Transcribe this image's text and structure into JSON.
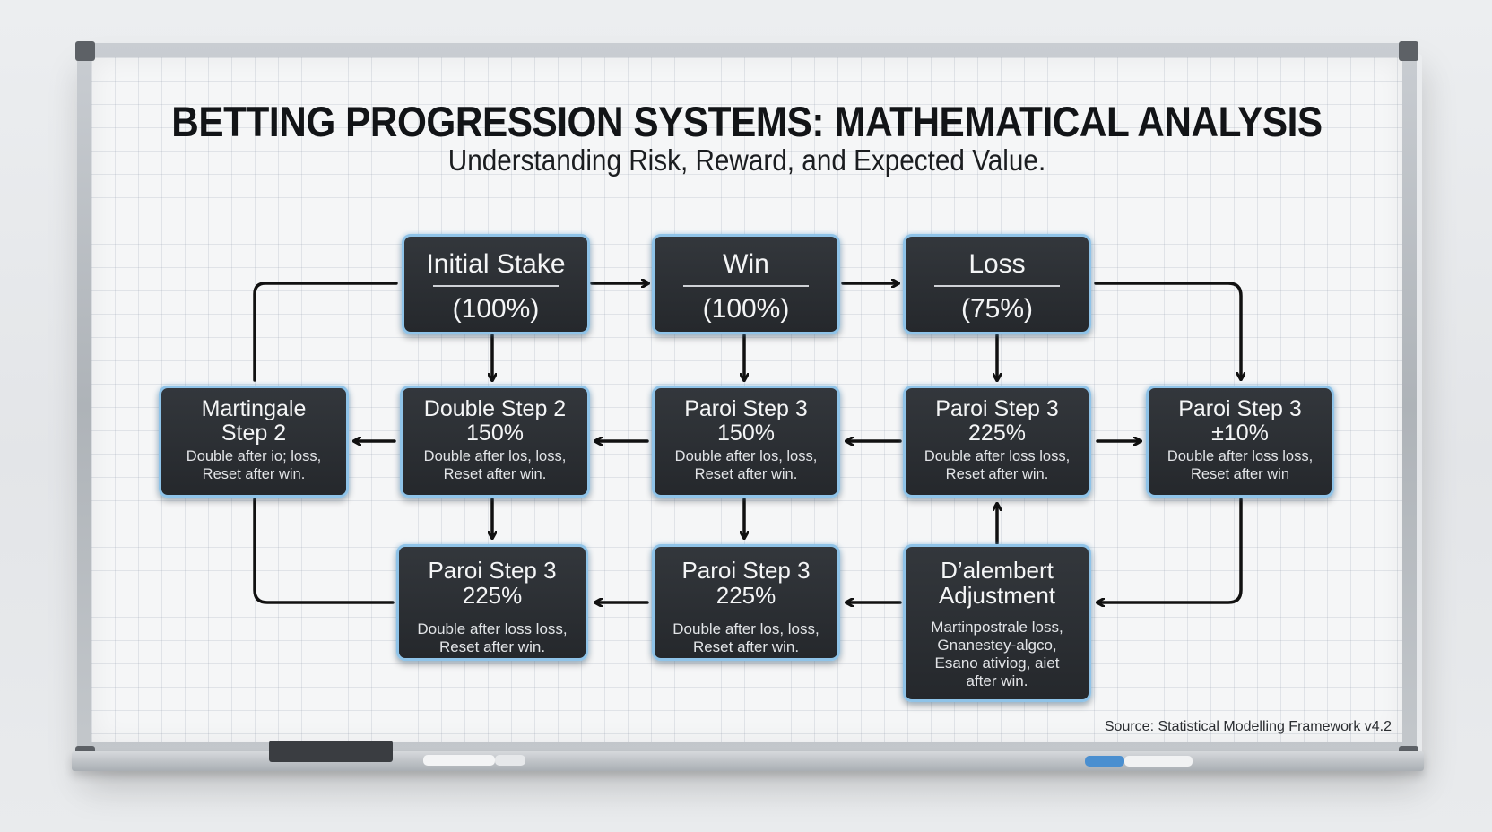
{
  "header": {
    "title": "BETTING PROGRESSION SYSTEMS: MATHEMATICAL ANALYSIS",
    "subtitle": "Understanding Risk, Reward, and Expected Value."
  },
  "top_nodes": [
    {
      "title": "Initial Stake",
      "value": "(100%)"
    },
    {
      "title": "Win",
      "value": "(100%)"
    },
    {
      "title": "Loss",
      "value": "(75%)"
    }
  ],
  "middle_nodes": [
    {
      "title_1": "Martingale",
      "title_2": "Step 2",
      "desc_1": "Double after io; loss,",
      "desc_2": "Reset after win."
    },
    {
      "title_1": "Double Step 2",
      "title_2": "150%",
      "desc_1": "Double after los, loss,",
      "desc_2": "Reset after win."
    },
    {
      "title_1": "Paroi Step 3",
      "title_2": "150%",
      "desc_1": "Double after los, loss,",
      "desc_2": "Reset after win."
    },
    {
      "title_1": "Paroi Step 3",
      "title_2": "225%",
      "desc_1": "Double after loss loss,",
      "desc_2": "Reset after win."
    },
    {
      "title_1": "Paroi Step 3",
      "title_2": "±10%",
      "desc_1": "Double after loss loss,",
      "desc_2": "Reset after win"
    }
  ],
  "bottom_nodes": [
    {
      "title_1": "Paroi Step 3",
      "title_2": "225%",
      "desc_1": "Double after loss loss,",
      "desc_2": "Reset after win."
    },
    {
      "title_1": "Paroi Step 3",
      "title_2": "225%",
      "desc_1": "Double after los, loss,",
      "desc_2": "Reset after win."
    },
    {
      "title_1": "D’alembert",
      "title_2": "Adjustment",
      "desc_1": "Martinpostrale loss,",
      "desc_2": "Gnanestey-algco,",
      "desc_3": "Esano ativiog, aiet",
      "desc_4": "after win."
    }
  ],
  "source": "Source: Statistical Modelling Framework v4.2",
  "colors": {
    "node_fill": "#2b2e33",
    "node_border": "#8fc3e8",
    "arrow": "#111111",
    "title_text": "#121417"
  }
}
